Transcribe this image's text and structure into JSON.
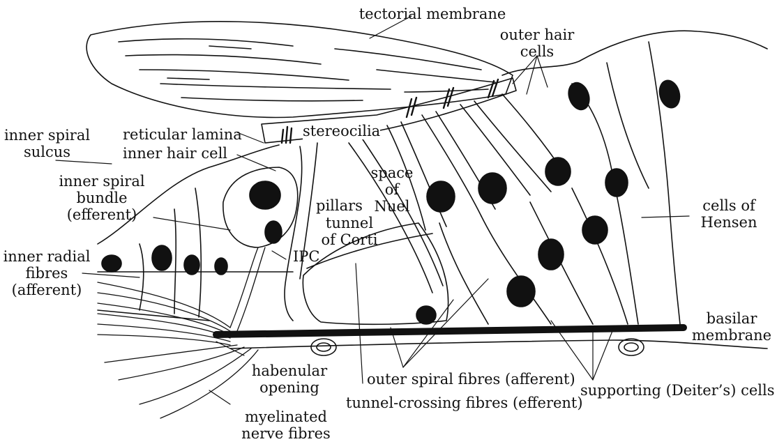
{
  "labels": {
    "tectorial_membrane": "tectorial membrane",
    "outer_hair_cells": [
      "outer hair",
      "cells"
    ],
    "inner_spiral_sulcus": [
      "inner spiral",
      "sulcus"
    ],
    "reticular_lamina": "reticular lamina",
    "inner_hair_cell": "inner hair cell",
    "stereocilia": "stereocilia",
    "inner_spiral_bundle": [
      "inner spiral",
      "bundle",
      "(efferent)"
    ],
    "space_of_nuel": [
      "space",
      "of",
      "Nuel"
    ],
    "pillars": "pillars",
    "tunnel_of_corti": [
      "tunnel",
      "of Corti"
    ],
    "ipc": "IPC",
    "cells_of_hensen": [
      "cells of",
      "Hensen"
    ],
    "inner_radial_fibres": [
      "inner radial",
      "fibres",
      "(afferent)"
    ],
    "basilar_membrane": [
      "basilar",
      "membrane"
    ],
    "habenular_opening": [
      "habenular",
      "opening"
    ],
    "outer_spiral_fibres": "outer spiral fibres (afferent)",
    "supporting_cells": "supporting (Deiter’s) cells",
    "tunnel_crossing_fibres": "tunnel-crossing fibres (efferent)",
    "myelinated_nerve_fibres": [
      "myelinated",
      "nerve fibres"
    ]
  },
  "colors": {
    "ink": "#111111",
    "background": "#ffffff"
  }
}
